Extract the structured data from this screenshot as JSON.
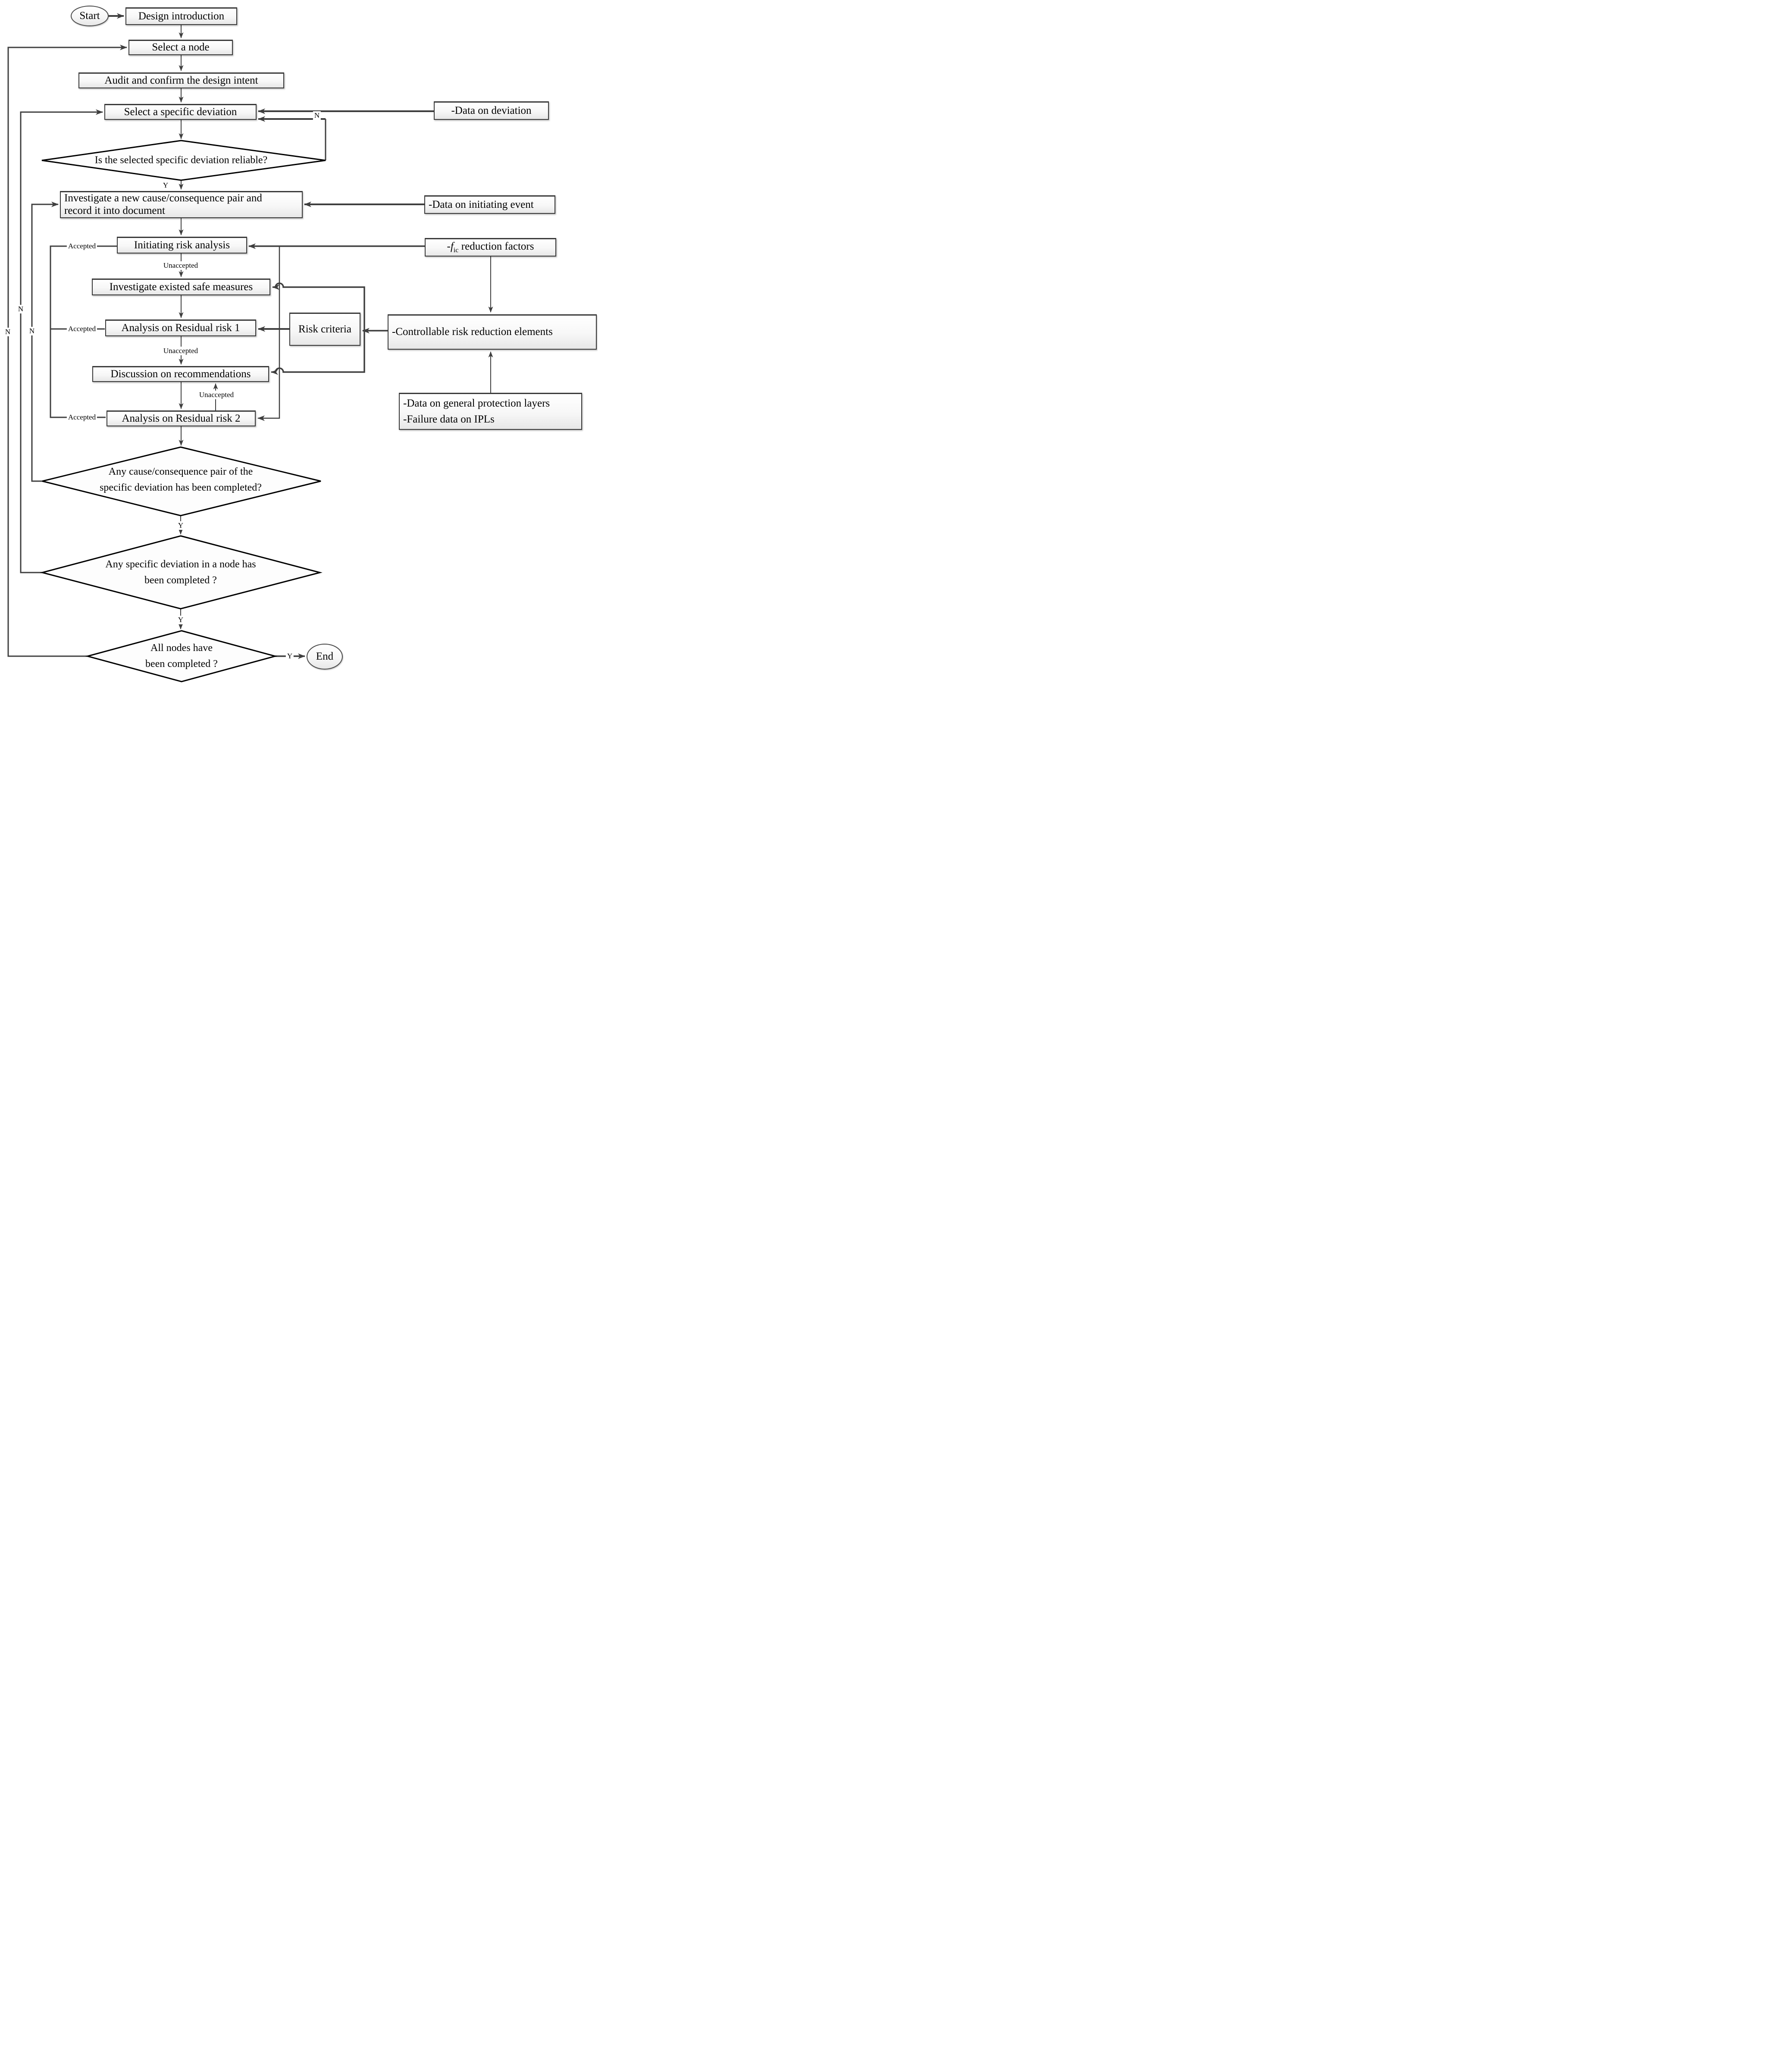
{
  "diagram": {
    "nodes": {
      "start": {
        "label": "Start"
      },
      "design_introduction": {
        "label": "Design introduction"
      },
      "select_node": {
        "label": "Select a node"
      },
      "audit": {
        "label": "Audit and confirm the design intent"
      },
      "select_deviation": {
        "label": "Select a specific deviation"
      },
      "data_deviation": {
        "label": "-Data on deviation"
      },
      "diamond_reliable": {
        "label": "Is the selected specific deviation  reliable?"
      },
      "investigate_pair": {
        "lines": [
          "Investigate a new cause/consequence pair and",
          "record it into document"
        ]
      },
      "data_initiating": {
        "label": "-Data on initiating event"
      },
      "initiating_risk": {
        "label": "Initiating risk analysis"
      },
      "fic_factors": {
        "dash": "-",
        "f": "f",
        "sub": "ic",
        "rest": " reduction factors"
      },
      "investigate_measures": {
        "label": "Investigate existed safe measures"
      },
      "analysis_risk1": {
        "label": "Analysis on Residual risk 1"
      },
      "risk_criteria": {
        "label": "Risk criteria"
      },
      "controllable": {
        "label": "-Controllable  risk reduction elements"
      },
      "discussion": {
        "label": "Discussion on recommendations"
      },
      "analysis_risk2": {
        "label": "Analysis on Residual risk 2"
      },
      "data_protection": {
        "lines": [
          "-Data on general protection layers",
          "-Failure data on IPLs"
        ]
      },
      "diamond_pair_done": {
        "lines": [
          "Any cause/consequence pair of the",
          "specific deviation has been completed?"
        ]
      },
      "diamond_deviation_done": {
        "lines": [
          "Any  specific deviation in a node has",
          "been completed ?"
        ]
      },
      "diamond_nodes_done": {
        "lines": [
          "All nodes have",
          "been completed ?"
        ]
      },
      "end": {
        "label": "End"
      }
    },
    "edge_labels": {
      "yes1": "Y",
      "yes2": "Y",
      "yes3": "Y",
      "yes4": "Y",
      "no_right": "N",
      "no_left_a": "N",
      "no_left_b": "N",
      "no_left_c": "N",
      "accepted1": "Accepted",
      "accepted2": "Accepted",
      "accepted3": "Accepted",
      "unaccepted1": "Unaccepted",
      "unaccepted2": "Unaccepted",
      "unaccepted3": "Unaccepted"
    },
    "colors": {
      "line": "#3f3f3f",
      "diamond_outline": "#000000",
      "box_border": "#3a3a3a",
      "box_fill_top": "#ffffff",
      "box_fill_bottom": "#e7e7e7",
      "text": "#000000",
      "background": "#ffffff"
    }
  }
}
